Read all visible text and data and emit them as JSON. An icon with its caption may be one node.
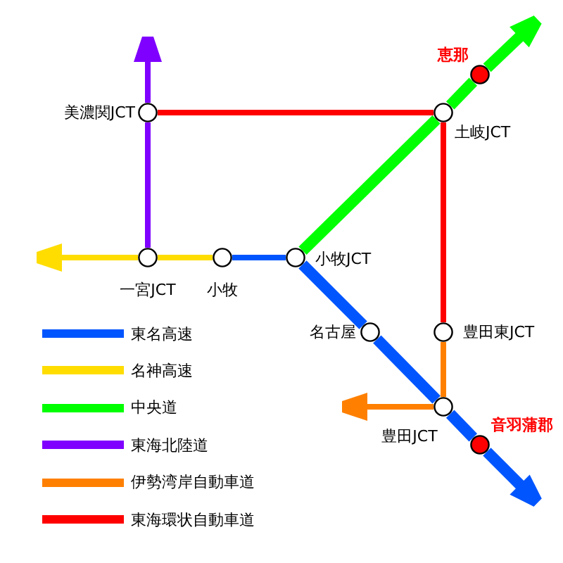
{
  "diagram": {
    "nodes": [
      {
        "text": [],
        "shape": "circle",
        "beside": [
          "美濃関JCT"
        ]
      },
      {
        "text": [],
        "shape": "circle",
        "beside": [
          "土岐JCT"
        ]
      },
      {
        "text": [],
        "shape": "circle",
        "beside": [
          "恵那"
        ]
      },
      {
        "text": [],
        "shape": "circle",
        "beside": [
          "一宮JCT"
        ]
      },
      {
        "text": [],
        "shape": "circle",
        "beside": [
          "小牧"
        ]
      },
      {
        "text": [],
        "shape": "circle",
        "beside": [
          "小牧JCT"
        ]
      },
      {
        "text": [],
        "shape": "circle",
        "beside": [
          "名古屋"
        ]
      },
      {
        "text": [],
        "shape": "circle",
        "beside": [
          "豊田東JCT"
        ]
      },
      {
        "text": [],
        "shape": "circle",
        "beside": [
          "豊田JCT"
        ]
      },
      {
        "text": [],
        "shape": "circle",
        "beside": [
          "音羽蒲郡"
        ]
      }
    ],
    "edges": [
      {
        "from": 3,
        "to": 0,
        "arrow": "none",
        "color": "#7f00ff"
      },
      {
        "from": 0,
        "to": null,
        "arrow": "to",
        "color": "#7f00ff"
      },
      {
        "from": 0,
        "to": 1,
        "arrow": "none",
        "color": "#ff0000"
      },
      {
        "from": 1,
        "to": 7,
        "arrow": "none",
        "color": "#ff0000"
      },
      {
        "from": 5,
        "to": 1,
        "arrow": "none",
        "style": "thick",
        "color": "#00ff00"
      },
      {
        "from": 1,
        "to": 2,
        "arrow": "none",
        "style": "thick",
        "color": "#00ff00"
      },
      {
        "from": 2,
        "to": null,
        "arrow": "to",
        "style": "thick",
        "color": "#00ff00"
      },
      {
        "from": 4,
        "to": 3,
        "arrow": "none",
        "color": "#ffdd00"
      },
      {
        "from": 3,
        "to": null,
        "arrow": "to",
        "color": "#ffdd00"
      },
      {
        "from": 5,
        "to": 4,
        "arrow": "none",
        "color": "#0055ff"
      },
      {
        "from": 5,
        "to": 6,
        "arrow": "none",
        "style": "thick",
        "color": "#0055ff"
      },
      {
        "from": 6,
        "to": 8,
        "arrow": "none",
        "style": "thick",
        "color": "#0055ff"
      },
      {
        "from": 8,
        "to": 9,
        "arrow": "none",
        "style": "thick",
        "color": "#0055ff"
      },
      {
        "from": 9,
        "to": null,
        "arrow": "to",
        "style": "thick",
        "color": "#0055ff"
      },
      {
        "from": 7,
        "to": 8,
        "arrow": "none",
        "color": "#ff8000"
      },
      {
        "from": 8,
        "to": null,
        "arrow": "to",
        "color": "#ff8000"
      }
    ],
    "legend": [
      {
        "text": "東名高速",
        "color": "#0055ff"
      },
      {
        "text": "名神高速",
        "color": "#ffdd00"
      },
      {
        "text": "中央道",
        "color": "#00ff00"
      },
      {
        "text": "東海北陸道",
        "color": "#7f00ff"
      },
      {
        "text": "伊勢湾岸自動車道",
        "color": "#ff8000"
      },
      {
        "text": "東海環状自動車道",
        "color": "#ff0000"
      }
    ]
  }
}
